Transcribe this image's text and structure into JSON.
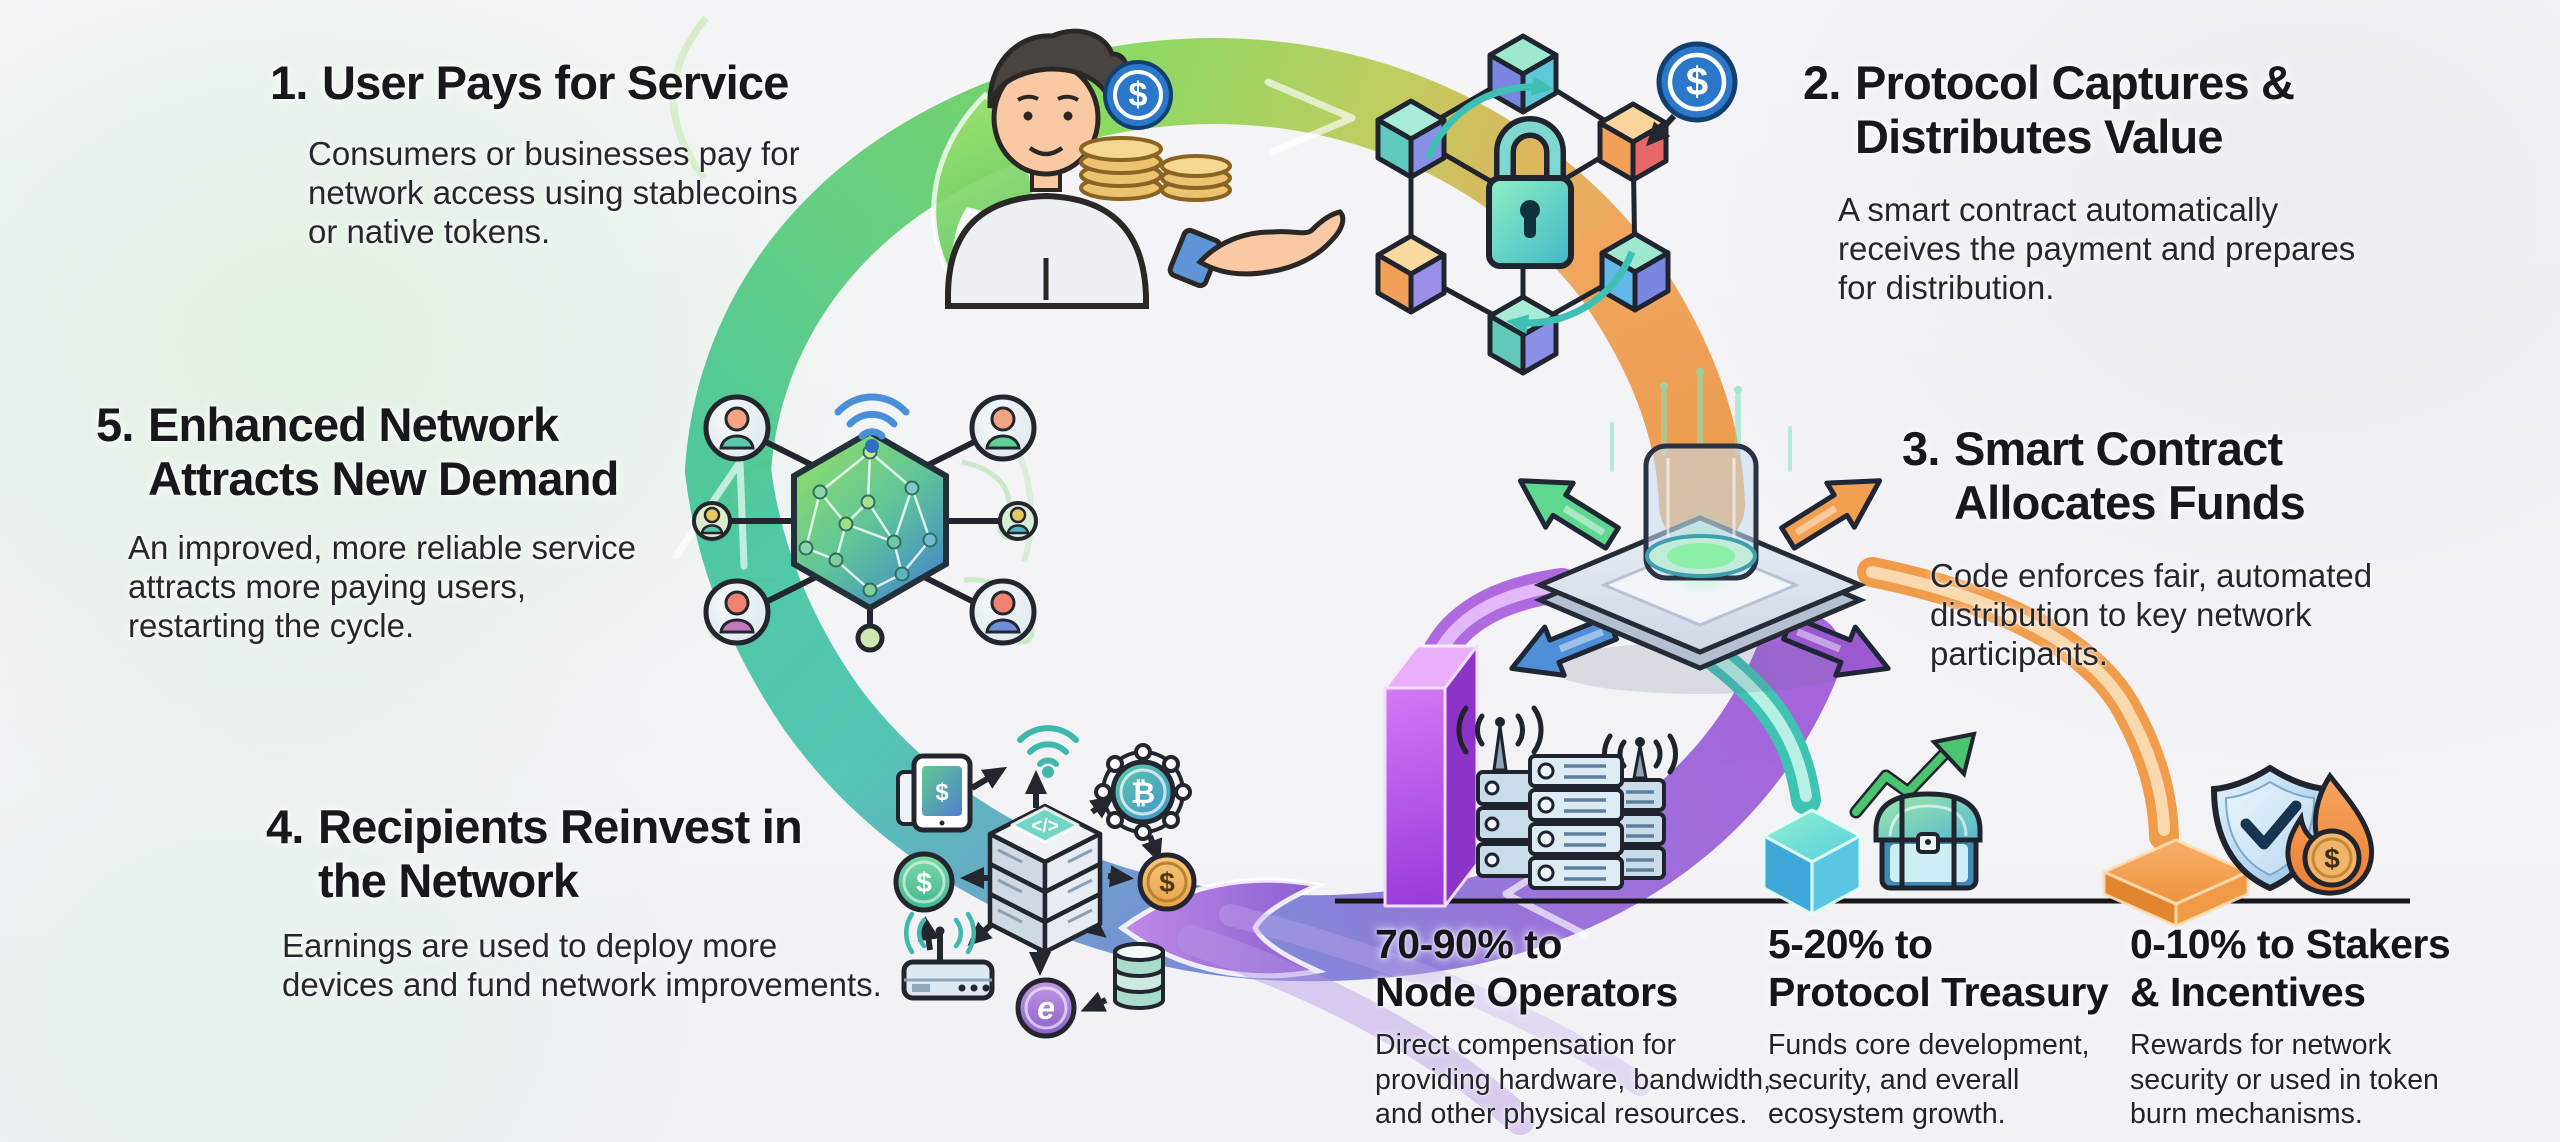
{
  "colors": {
    "green_band": "#6ed25d",
    "teal_band": "#3fc0b4",
    "orange_band": "#f0a050",
    "purple_band": "#9b59d0",
    "blue_arrow": "#4f8fd8",
    "usdc_blue": "#2b77c9",
    "heading_text": "#17171c",
    "body_text": "#26262c"
  },
  "icons": {
    "dollar": "$",
    "btc": "₿",
    "ecoin": "e",
    "code": "</>"
  },
  "steps": [
    {
      "num": "1.",
      "title_lines": [
        "User Pays for Service",
        ""
      ],
      "body_lines": [
        "Consumers or businesses pay for",
        "network access using stablecoins",
        "or native tokens."
      ]
    },
    {
      "num": "2.",
      "title_lines": [
        "Protocol Captures &",
        "Distributes Value"
      ],
      "body_lines": [
        "A smart contract automatically",
        "receives the payment and prepares",
        "for distribution."
      ]
    },
    {
      "num": "3.",
      "title_lines": [
        "Smart Contract",
        "Allocates Funds"
      ],
      "body_lines": [
        "Code enforces fair, automated",
        "distribution to key network",
        "participants."
      ]
    },
    {
      "num": "4.",
      "title_lines": [
        "Recipients Reinvest in",
        "the Network"
      ],
      "body_lines": [
        "Earnings are used to deploy more",
        "devices and fund network improvements.",
        ""
      ]
    },
    {
      "num": "5.",
      "title_lines": [
        "Enhanced Network",
        "Attracts New Demand"
      ],
      "body_lines": [
        "An improved, more reliable service",
        "attracts more paying users,",
        "restarting the cycle."
      ]
    }
  ],
  "allocations": [
    {
      "heading_lines": [
        "70-90% to",
        "Node Operators"
      ],
      "body_lines": [
        "Direct compensation for",
        "providing hardware, bandwidth,",
        "and other physical resources."
      ]
    },
    {
      "heading_lines": [
        "5-20% to",
        "Protocol Treasury"
      ],
      "body_lines": [
        "Funds core development,",
        "security, and everall",
        "ecosystem growth."
      ]
    },
    {
      "heading_lines": [
        "0-10% to Stakers",
        "& Incentives"
      ],
      "body_lines": [
        "Rewards for network",
        "security or used in token",
        "burn mechanisms."
      ]
    }
  ]
}
